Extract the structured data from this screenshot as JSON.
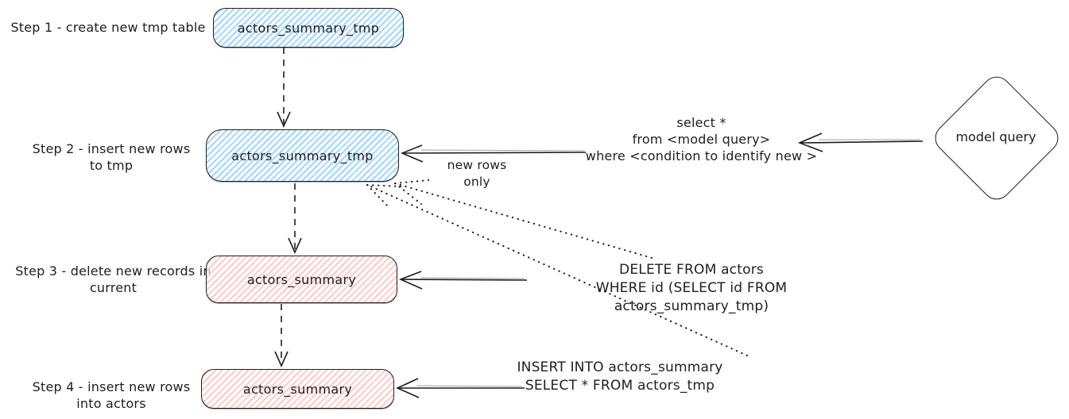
{
  "steps": [
    {
      "label_line1": "Step 1 - create new tmp table",
      "label_line2": "",
      "box_label": "actors_summary_tmp",
      "box_color": "blue"
    },
    {
      "label_line1": "Step 2 - insert new rows",
      "label_line2": "to tmp",
      "box_label": "actors_summary_tmp",
      "box_color": "blue"
    },
    {
      "label_line1": "Step 3 - delete new records in",
      "label_line2": "current",
      "box_label": "actors_summary",
      "box_color": "red"
    },
    {
      "label_line1": "Step 4 - insert new rows",
      "label_line2": "into actors",
      "box_label": "actors_summary",
      "box_color": "red"
    }
  ],
  "annotations": {
    "model_query": "model query",
    "select_query": {
      "line1": "select *",
      "line2": "from <model query>",
      "line3": "where <condition to identify new >"
    },
    "new_rows_only": "new rows only",
    "delete_sql": {
      "line1": "DELETE FROM actors",
      "line2": "WHERE id (SELECT id FROM actors_summary_tmp)"
    },
    "insert_sql": {
      "line1": "INSERT INTO actors_summary",
      "line2": "SELECT * FROM actors_tmp"
    }
  },
  "colors": {
    "node_blue_fill": "#a5d8ff",
    "node_red_fill": "#ffc9c9",
    "stroke": "#1e1e1e",
    "background": "#ffffff"
  }
}
